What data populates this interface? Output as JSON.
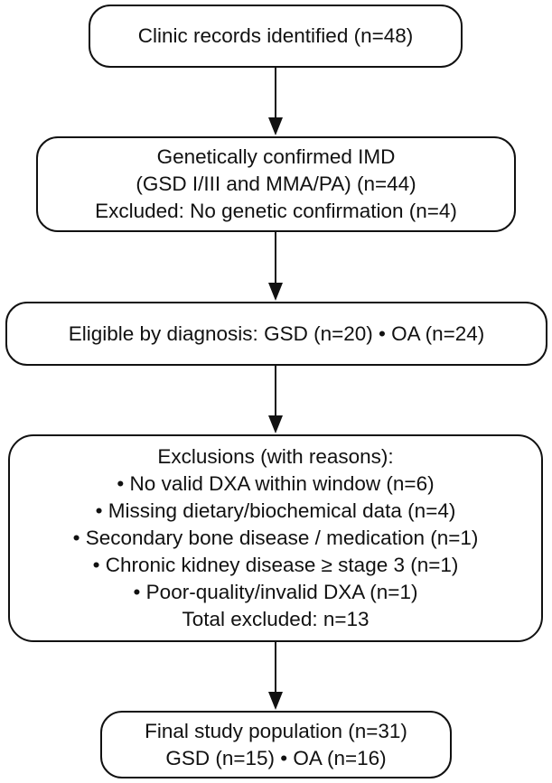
{
  "flowchart": {
    "records": {
      "lines": [
        "Clinic records identified (n=48)"
      ]
    },
    "confirmed": {
      "lines": [
        "Genetically confirmed IMD",
        "(GSD I/III and MMA/PA) (n=44)",
        "Excluded: No genetic confirmation (n=4)"
      ]
    },
    "eligible": {
      "lines": [
        "Eligible by diagnosis: GSD (n=20) • OA (n=24)"
      ]
    },
    "exclusions": {
      "lines": [
        "Exclusions (with reasons):",
        "• No valid DXA within window (n=6)",
        "• Missing dietary/biochemical data (n=4)",
        "• Secondary bone disease / medication (n=1)",
        "• Chronic kidney disease ≥ stage 3 (n=1)",
        "• Poor-quality/invalid DXA (n=1)",
        "Total excluded: n=13"
      ]
    },
    "final": {
      "lines": [
        "Final study population (n=31)",
        "GSD (n=15) • OA (n=16)"
      ]
    }
  }
}
